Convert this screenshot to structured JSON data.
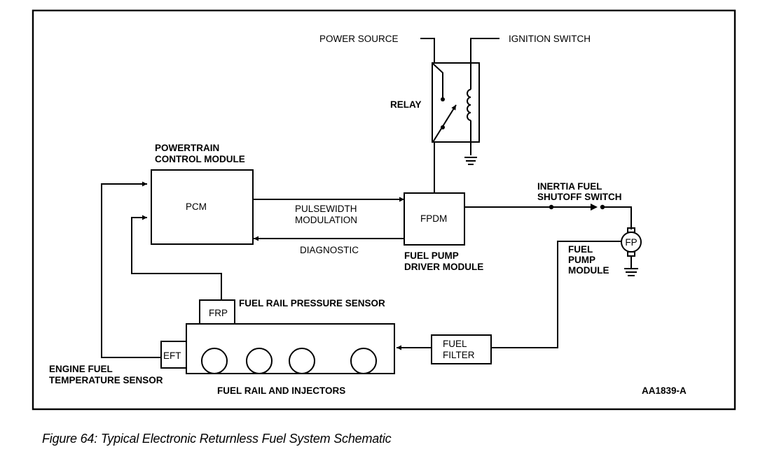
{
  "figure": {
    "caption": "Figure 64: Typical Electronic Returnless Fuel System Schematic",
    "drawing_id": "AA1839-A"
  },
  "relay": {
    "label": "RELAY",
    "power_source_label": "POWER SOURCE",
    "ignition_switch_label": "IGNITION SWITCH"
  },
  "pcm": {
    "title_line1": "POWERTRAIN",
    "title_line2": "CONTROL MODULE",
    "abbrev": "PCM"
  },
  "signals": {
    "pwm_line1": "PULSEWIDTH",
    "pwm_line2": "MODULATION",
    "diagnostic": "DIAGNOSTIC"
  },
  "fpdm": {
    "abbrev": "FPDM",
    "title_line1": "FUEL PUMP",
    "title_line2": "DRIVER MODULE"
  },
  "inertia_switch": {
    "line1": "INERTIA FUEL",
    "line2": "SHUTOFF SWITCH"
  },
  "fuel_pump": {
    "abbrev": "FP",
    "line1": "FUEL",
    "line2": "PUMP",
    "line3": "MODULE"
  },
  "frp": {
    "abbrev": "FRP",
    "label": "FUEL RAIL PRESSURE SENSOR"
  },
  "eft": {
    "abbrev": "EFT",
    "line1": "ENGINE FUEL",
    "line2": "TEMPERATURE SENSOR"
  },
  "fuel_filter": {
    "line1": "FUEL",
    "line2": "FILTER"
  },
  "fuel_rail": {
    "label": "FUEL RAIL AND INJECTORS",
    "injector_count": 4
  }
}
